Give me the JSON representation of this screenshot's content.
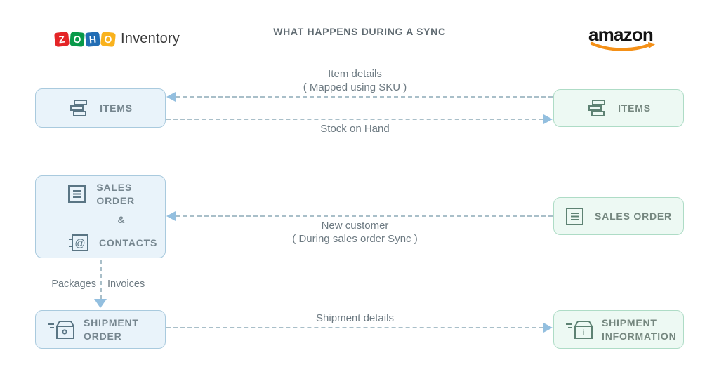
{
  "header": {
    "zoho_logo": {
      "tiles": [
        "Z",
        "O",
        "H",
        "O"
      ],
      "word": "Inventory"
    },
    "title": "WHAT HAPPENS DURING A SYNC",
    "amazon_logo": {
      "word": "amazon"
    }
  },
  "zoho_column": {
    "items_label": "ITEMS",
    "sales_order_label": "SALES ORDER",
    "ampersand": "&",
    "contacts_label": "CONTACTS",
    "shipment_order_label": "SHIPMENT ORDER"
  },
  "amazon_column": {
    "items_label": "ITEMS",
    "sales_order_label": "SALES ORDER",
    "shipment_information_label": "SHIPMENT INFORMATION"
  },
  "flows": {
    "item_details": {
      "line1": "Item details",
      "line2": "( Mapped using SKU )",
      "direction": "amazon-to-zoho"
    },
    "stock_on_hand": {
      "label": "Stock on Hand",
      "direction": "zoho-to-amazon"
    },
    "new_customer": {
      "line1": "New customer",
      "line2": "( During sales order Sync )",
      "direction": "amazon-to-zoho"
    },
    "shipment_details": {
      "label": "Shipment details",
      "direction": "zoho-to-amazon"
    },
    "internal": {
      "left_label": "Packages",
      "right_label": "Invoices",
      "direction": "down"
    }
  },
  "colors": {
    "zoho_box_bg": "#e9f3fa",
    "zoho_box_border": "#a9cade",
    "amazon_box_bg": "#edf9f3",
    "amazon_box_border": "#aedcc6",
    "arrow_line": "#a9bfc9",
    "arrow_head": "#93bfdf",
    "amazon_smile": "#f49017",
    "zoho_tile_colors": [
      "#e42527",
      "#089949",
      "#226db4",
      "#f9b21d"
    ]
  }
}
